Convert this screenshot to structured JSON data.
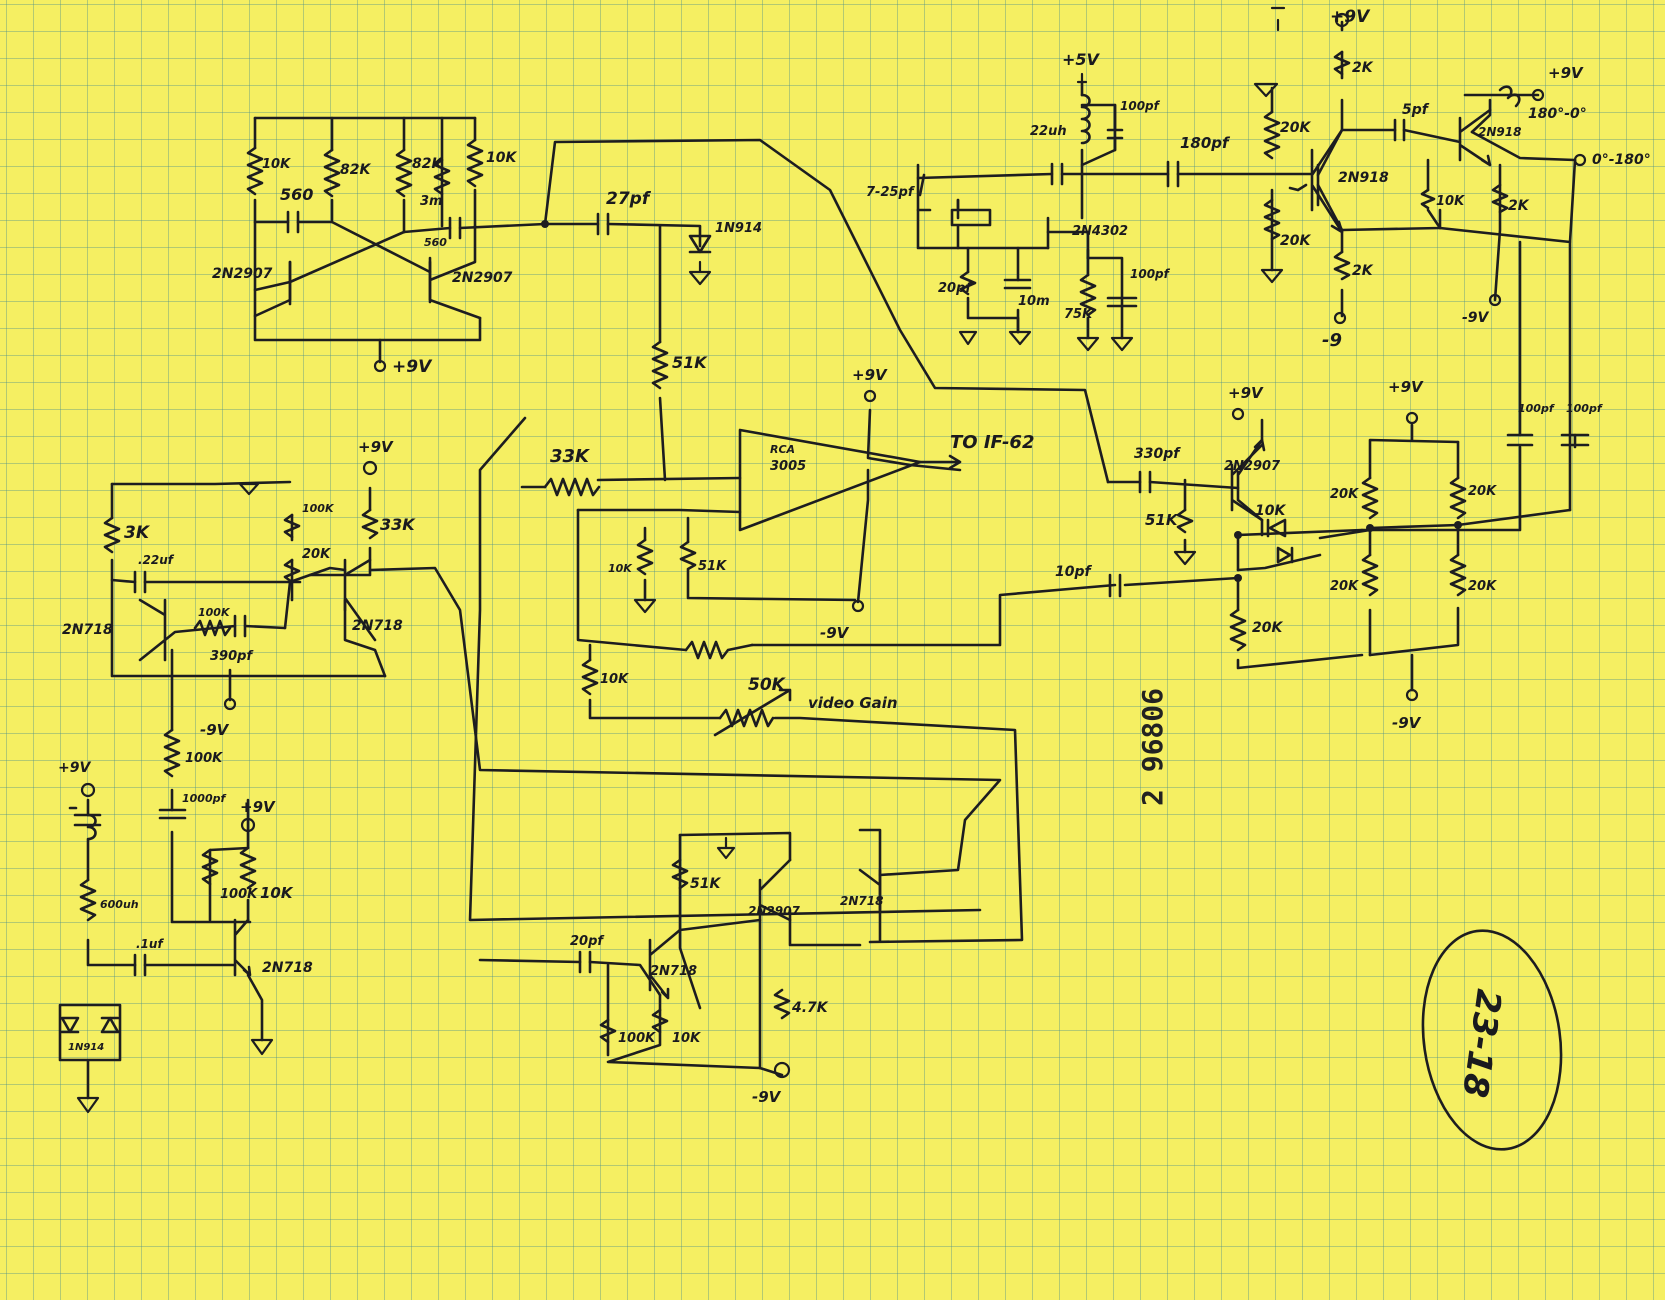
{
  "sheet": {
    "paper_color": "#f5ef62",
    "grid_color": "#4a9a9a",
    "ink_color": "#1d1d20"
  },
  "labels": {
    "r_10k_a": "10K",
    "r_82k": "82K",
    "r_82k_b": "82K",
    "r_10k_b": "10K",
    "c_560": "560",
    "r_3m": "3m",
    "c_560_b": "560",
    "q_2n2907_a": "2N2907",
    "q_2n2907_b": "2N2907",
    "v_plus9_top": "+9V",
    "c_27pf": "27pf",
    "d_1n914_a": "1N914",
    "v_plus5": "+5V",
    "l_22uh": "22uh",
    "c_100pf_a": "100pf",
    "c_7_25pf": "7-25pf",
    "q_2n4302": "2N4302",
    "c_20pf_a": "20pf",
    "r_10m": "10m",
    "r_75k": "75K",
    "c_100pf_b": "100pf",
    "c_180pf": "180pf",
    "r_20k_a": "20K",
    "r_20k_b": "20K",
    "v_plus9_b": "+9V",
    "r_2k_a": "2K",
    "r_2k_b": "2K",
    "c_5pf": "5pf",
    "q_2n918_a": "2N918",
    "q_2n918_b": "2N918",
    "r_10k_c": "10K",
    "r_2k_c": "2K",
    "v_minus9_a": "-9",
    "v_minus9_b": "-9V",
    "v_plus9_c": "+9V",
    "phase_a": "180°-0°",
    "phase_b": "0°-180°",
    "r_51k_a": "51K",
    "v_plus9_d": "+9V",
    "ic_name": "RCA",
    "ic_part": "3005",
    "to_if": "TO IF-62",
    "r_33k_a": "33K",
    "r_10k_d": "10K",
    "r_51k_b": "51K",
    "v_minus9_c": "-9V",
    "c_330pf": "330pf",
    "v_plus9_e": "+9V",
    "q_2n2907_c": "2N2907",
    "r_51k_c": "51K",
    "r_10k_e": "10K",
    "r_20k_c": "20K",
    "c_10pf": "10pf",
    "v_plus9_f": "+9V",
    "c_100pf_c": "100pf",
    "c_100pf_d": "100pf",
    "r_20k_d": "20K",
    "r_20k_e": "20K",
    "r_20k_f": "20K",
    "r_20k_g": "20K",
    "v_minus9_d": "-9V",
    "r_3k": "3K",
    "c_22uf": ".22uf",
    "r_100k_a": "100K",
    "r_20k_h": "20K",
    "v_plus9_g": "+9V",
    "r_33k_b": "33K",
    "q_2n718_a": "2N718",
    "r_100k_b": "100K",
    "q_2n718_b": "2N718",
    "c_390pf": "390pf",
    "v_minus9_e": "-9V",
    "r_10k_f": "10K",
    "pot_50k": "50K",
    "video_gain": "video Gain",
    "r_100k_c": "100K",
    "c_1000pf": "1000pf",
    "v_plus9_h": "+9V",
    "r_100k_d": "100K",
    "r_10k_g": "10K",
    "c_1uf": ".1uf",
    "q_2n718_c": "2N718",
    "l_600uh": "600uh",
    "d_1n914_b": "1N914",
    "r_51k_d": "51K",
    "q_2n2907_d": "2N2907",
    "q_2n718_d": "2N718",
    "c_20pf_b": "20pf",
    "q_2n718_e": "2N718",
    "r_100k_e": "100K",
    "r_10k_h": "10K",
    "r_4_7k": "4.7K",
    "v_minus9_f": "-9V",
    "v_plus9_i": "+9V",
    "stamp": "2 96806",
    "sheet_no": "23-18"
  }
}
